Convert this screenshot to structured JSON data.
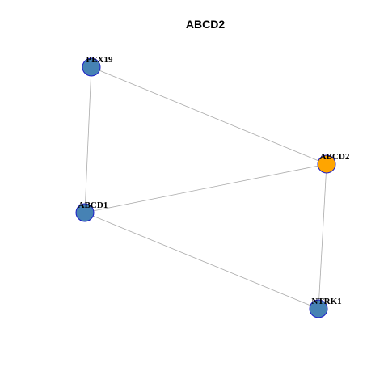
{
  "title": "ABCD2",
  "colors": {
    "node_default": "#4682B4",
    "node_focus": "#FFA500",
    "node_border": "#1C1CC8",
    "edge": "#AAAAAA"
  },
  "nodes": [
    {
      "id": "PEX19",
      "label": "PEX19",
      "focus": false
    },
    {
      "id": "ABCD2",
      "label": "ABCD2",
      "focus": true
    },
    {
      "id": "ABCD1",
      "label": "ABCD1",
      "focus": false
    },
    {
      "id": "NTRK1",
      "label": "NTRK1",
      "focus": false
    }
  ],
  "edges": [
    {
      "source": "PEX19",
      "target": "ABCD2"
    },
    {
      "source": "PEX19",
      "target": "ABCD1"
    },
    {
      "source": "ABCD1",
      "target": "ABCD2"
    },
    {
      "source": "ABCD1",
      "target": "NTRK1"
    },
    {
      "source": "ABCD2",
      "target": "NTRK1"
    }
  ]
}
